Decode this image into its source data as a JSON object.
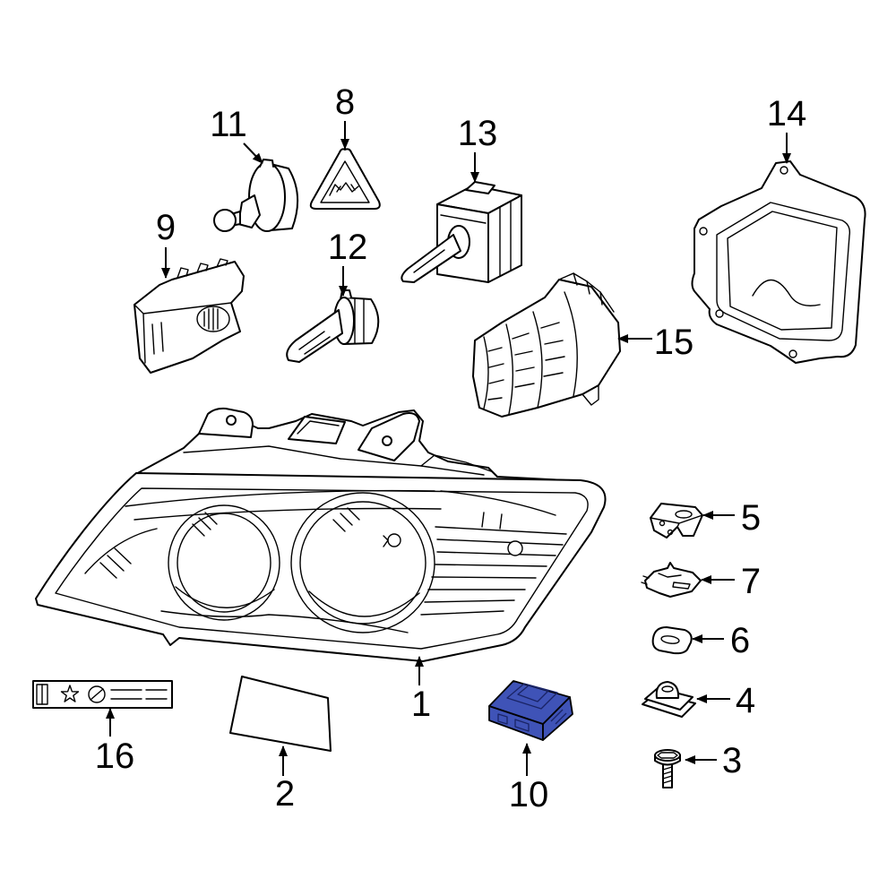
{
  "callouts": {
    "p1": "1",
    "p2": "2",
    "p3": "3",
    "p4": "4",
    "p5": "5",
    "p6": "6",
    "p7": "7",
    "p8": "8",
    "p9": "9",
    "p10": "10",
    "p11": "11",
    "p12": "12",
    "p13": "13",
    "p14": "14",
    "p15": "15",
    "p16": "16"
  },
  "colors": {
    "line": "#000000",
    "background": "#ffffff",
    "highlight": "#3f53b7"
  }
}
